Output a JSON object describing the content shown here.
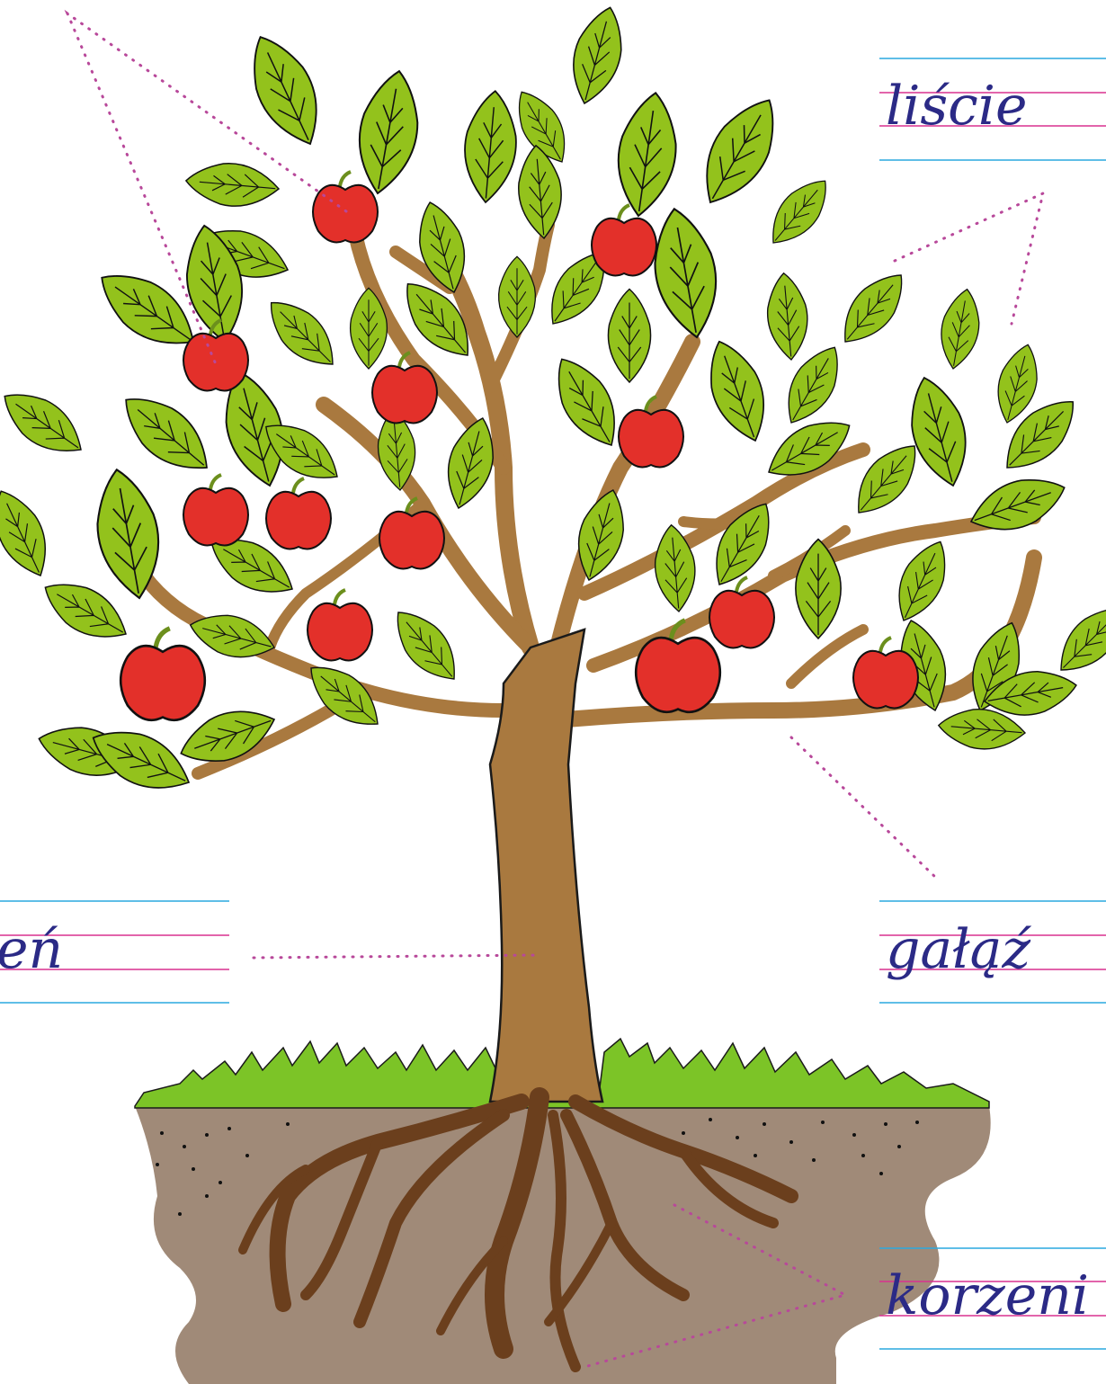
{
  "labels": {
    "lisce": "liście",
    "pien": "eń",
    "galaz": "gałąź",
    "korzenie": "korzeni"
  },
  "colors": {
    "ink": "#2b2a86",
    "ruler_blue": "#2aa9df",
    "ruler_pink": "#d9318f",
    "dotted": "#b8489a",
    "leaf": "#93c21c",
    "leaf_outline": "#111111",
    "apple": "#e3302a",
    "bark": "#a9793f",
    "root": "#6b3f1d",
    "soil": "#a08a78",
    "grass": "#7cc427"
  },
  "icons": [
    "tree",
    "leaf",
    "apple",
    "branch",
    "trunk",
    "roots",
    "soil",
    "grass"
  ]
}
